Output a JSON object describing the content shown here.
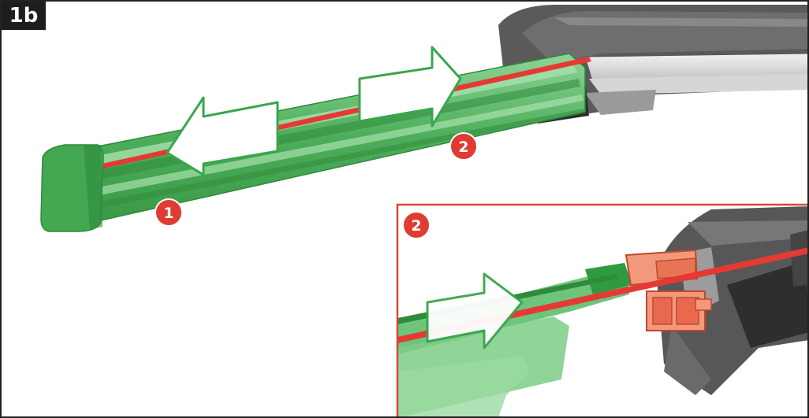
{
  "step_label": "1b",
  "callouts": {
    "one": "1",
    "two": "2",
    "inset_two": "2"
  },
  "colors": {
    "rail_green": "#4cae5a",
    "rail_green_light": "#8bd08f",
    "rail_green_dark": "#2f8a3c",
    "red_strip": "#e53a34",
    "callout_red": "#e03b32",
    "housing_dark": "#444444",
    "housing_gray": "#7b7b7b",
    "inset_border": "#d9453c",
    "connector_salmon": "#f2997c",
    "arrow_fill": "#ffffff",
    "arrow_stroke": "#39a64c"
  }
}
